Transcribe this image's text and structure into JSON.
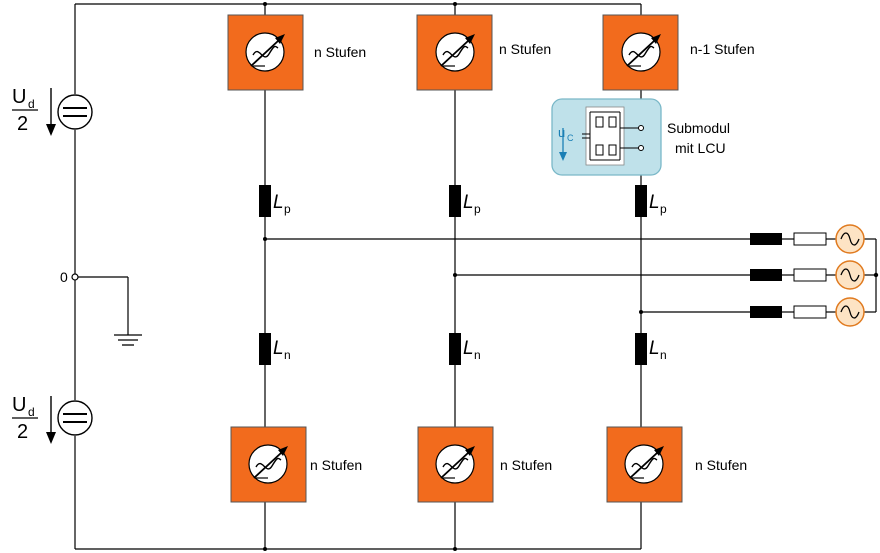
{
  "colors": {
    "submodule_fill": "#f26b1d",
    "circle_fill": "#ffffff",
    "lcu_box_fill": "#bfe1ea",
    "lcu_box_stroke": "#7ab8c8",
    "uc_color": "#1a7fb5",
    "ac_source_fill": "#fde3c4",
    "ac_source_stroke": "#e07a1f"
  },
  "icons": {
    "submodule": "variable-resistor-icon",
    "dc_source": "dc-source-icon",
    "ac_source": "ac-source-icon",
    "ground": "ground-icon",
    "lcu": "lcu-circuit-icon"
  },
  "labels": {
    "ud_top": "U",
    "ud_top_sub": "d",
    "ud_top_den": "2",
    "ud_bot": "U",
    "ud_bot_sub": "d",
    "ud_bot_den": "2",
    "zero": "0",
    "uc": "u",
    "uc_sub": "C",
    "submodul_line1": "Submodul",
    "submodul_line2": "mit LCU"
  },
  "top_modules": [
    {
      "label": "n Stufen"
    },
    {
      "label": "n Stufen"
    },
    {
      "label": "n-1 Stufen"
    }
  ],
  "bottom_modules": [
    {
      "label": "n Stufen"
    },
    {
      "label": "n Stufen"
    },
    {
      "label": "n Stufen"
    }
  ],
  "inductors_p": [
    {
      "letter": "L",
      "sub": "p"
    },
    {
      "letter": "L",
      "sub": "p"
    },
    {
      "letter": "L",
      "sub": "p"
    }
  ],
  "inductors_n": [
    {
      "letter": "L",
      "sub": "n"
    },
    {
      "letter": "L",
      "sub": "n"
    },
    {
      "letter": "L",
      "sub": "n"
    }
  ]
}
